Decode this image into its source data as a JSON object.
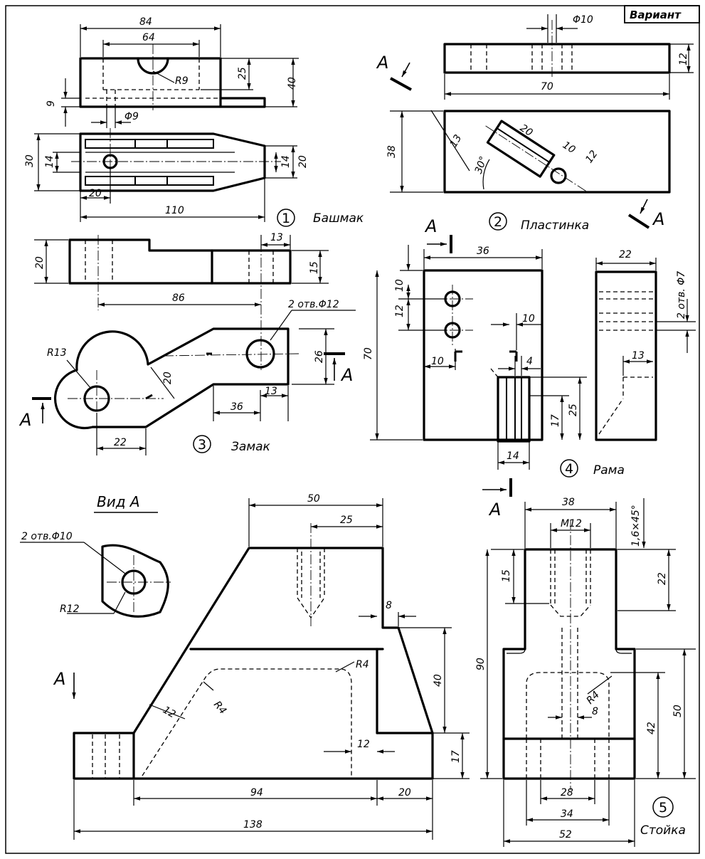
{
  "variant": "Вариант",
  "parts": [
    {
      "num": "1",
      "name": "Башмак"
    },
    {
      "num": "2",
      "name": "Пластинка"
    },
    {
      "num": "3",
      "name": "Замак"
    },
    {
      "num": "4",
      "name": "Рама"
    },
    {
      "num": "5",
      "name": "Стойка"
    }
  ],
  "view_title": "Вид А",
  "section_letter": "А",
  "dims": {
    "p1": {
      "d84": "84",
      "d64": "64",
      "r9": "R9",
      "d25": "25",
      "d40": "40",
      "d9": "9",
      "phi9": "Φ9",
      "d30": "30",
      "d14a": "14",
      "d14b": "14",
      "d20a": "20",
      "d20b": "20",
      "d110": "110"
    },
    "p2": {
      "phi10": "Φ10",
      "d12": "12",
      "d70": "70",
      "d38": "38",
      "d13": "13",
      "d20": "20",
      "d10": "10",
      "d12b": "12",
      "a30": "30°"
    },
    "p3": {
      "d20a": "20",
      "d13a": "13",
      "d15": "15",
      "d86": "86",
      "holes": "2 отв.Φ12",
      "r13": "R13",
      "d26": "26",
      "d20b": "20",
      "d13b": "13",
      "d36": "36",
      "d22": "22"
    },
    "p4": {
      "d36": "36",
      "d10a": "10",
      "d12": "12",
      "d70": "70",
      "d10b": "10",
      "d10c": "10",
      "d4": "4",
      "d17": "17",
      "d25": "25",
      "d14": "14",
      "d22": "22",
      "holes": "2 отв. Φ7",
      "d13": "13"
    },
    "va": {
      "holes": "2 отв.Φ10",
      "r12": "R12"
    },
    "main": {
      "d50": "50",
      "d25": "25",
      "d8": "8",
      "r4a": "R4",
      "r4b": "R4",
      "d40": "40",
      "d12a": "12",
      "d12b": "12",
      "d17": "17",
      "d94": "94",
      "d20": "20",
      "d138": "138"
    },
    "p5": {
      "d38": "38",
      "m12": "M12",
      "ch": "1,6×45°",
      "d15": "15",
      "d22": "22",
      "d90": "90",
      "r4": "R4",
      "d8": "8",
      "d42": "42",
      "d50": "50",
      "d28": "28",
      "d34": "34",
      "d52": "52"
    }
  }
}
